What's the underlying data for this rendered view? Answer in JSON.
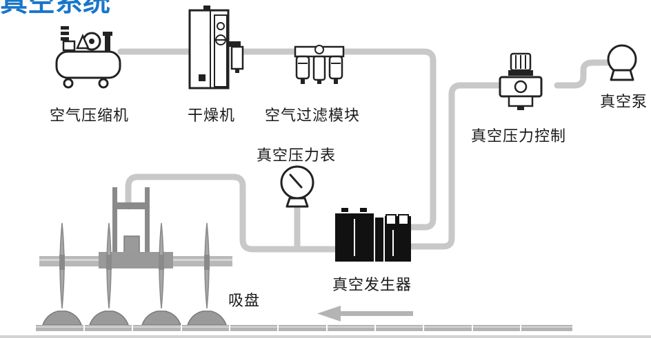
{
  "title": "真空系统",
  "labels": {
    "compressor": "空气压缩机",
    "dryer": "干燥机",
    "filter": "空气过滤模块",
    "gauge": "真空压力表",
    "regulator": "真空压力控制",
    "pump": "真空泵",
    "generator": "真空发生器",
    "suction_cup": "吸盘"
  },
  "colors": {
    "pipe": "#c8c8c8",
    "equipment": "#1a1a1a",
    "arrow": "#b4b4b4",
    "title": "#1976c8"
  },
  "icons": [
    "air-compressor-icon",
    "dryer-icon",
    "filter-module-icon",
    "pressure-gauge-icon",
    "vacuum-regulator-icon",
    "vacuum-pump-icon",
    "vacuum-generator-icon",
    "suction-cup-icon"
  ]
}
